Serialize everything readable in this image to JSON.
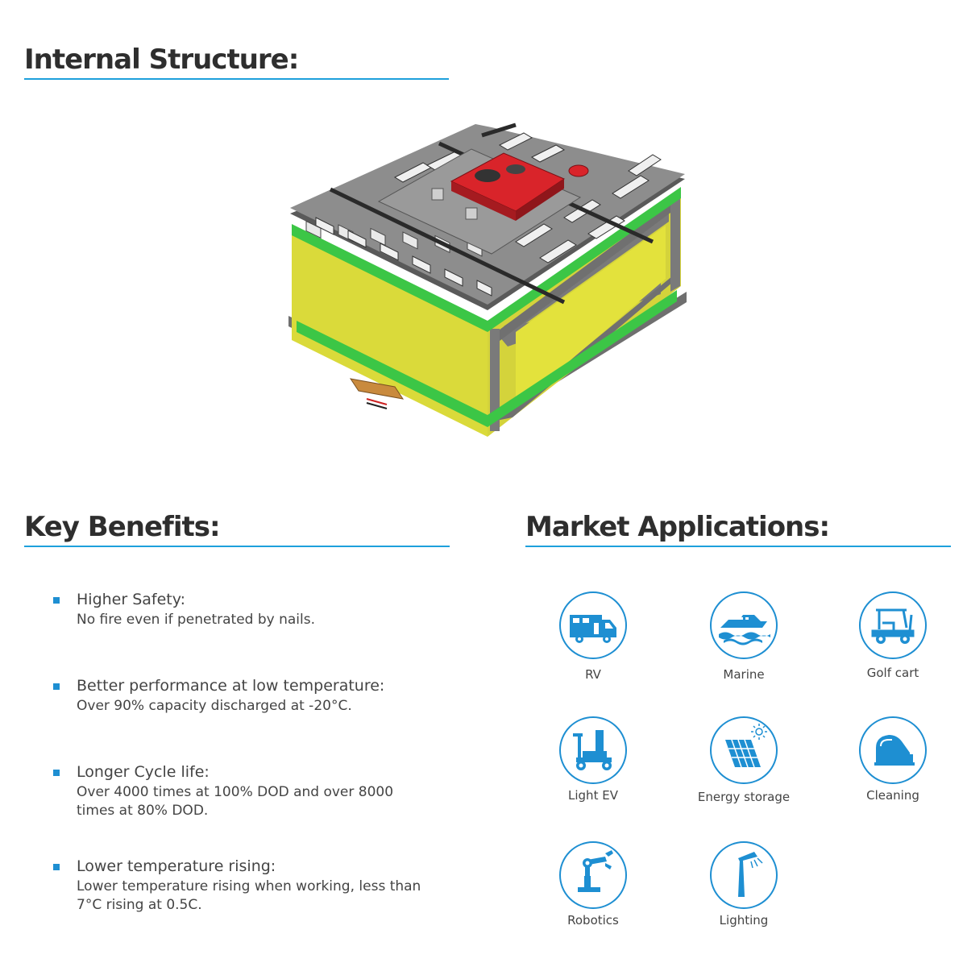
{
  "headings": {
    "internal": "Internal Structure:",
    "benefits": "Key Benefits:",
    "market": "Market Applications:"
  },
  "colors": {
    "accent": "#1ea0dc",
    "icon_blue": "#1e8fd2",
    "battery_yellow": "#e1e03e",
    "battery_green": "#39c944",
    "bms_red": "#d9242a"
  },
  "benefits": [
    {
      "title": "Higher Safety:",
      "desc": "No fire even if penetrated by nails."
    },
    {
      "title": "Better performance at low temperature:",
      "desc": "Over 90% capacity discharged at -20°C."
    },
    {
      "title": "Longer Cycle life:",
      "desc": "Over 4000 times at 100% DOD and over 8000 times at 80% DOD."
    },
    {
      "title": "Lower temperature rising:",
      "desc": "Lower temperature rising when working, less than 7°C rising at 0.5C."
    }
  ],
  "applications": [
    {
      "label": "RV",
      "icon": "rv-icon"
    },
    {
      "label": "Marine",
      "icon": "boat-icon"
    },
    {
      "label": "Golf cart",
      "icon": "golf-cart-icon"
    },
    {
      "label": "Light EV",
      "icon": "mobility-scooter-icon"
    },
    {
      "label": "Energy storage",
      "icon": "solar-panel-icon"
    },
    {
      "label": "Cleaning",
      "icon": "floor-scrubber-icon"
    },
    {
      "label": "Robotics",
      "icon": "robot-arm-icon"
    },
    {
      "label": "Lighting",
      "icon": "street-light-icon"
    }
  ]
}
